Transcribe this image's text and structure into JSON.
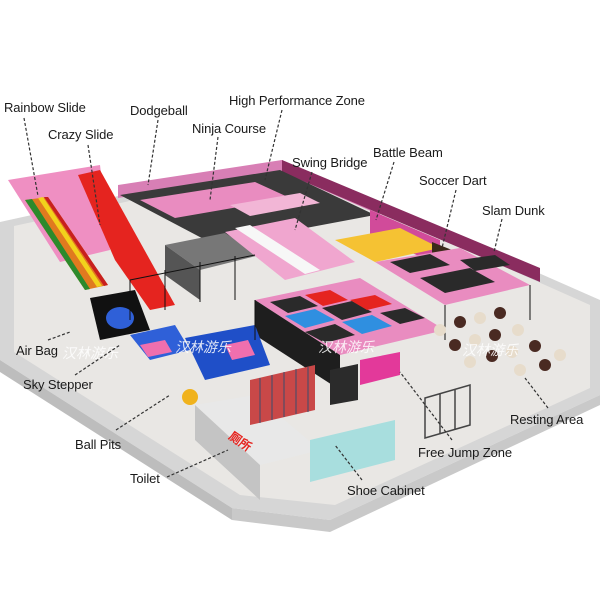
{
  "diagram": {
    "type": "isometric-floor-plan",
    "subject": "Indoor trampoline park layout",
    "watermark_text": "汉林游乐",
    "toilet_sign_text": "厕所",
    "colors": {
      "background": "#ffffff",
      "outer_wall": "#d9d9d9",
      "floor": "#e8e6e3",
      "pink_frame": "#e98cc0",
      "hot_pink": "#e3399a",
      "trampoline_bed": "#2a2a2a",
      "red_slide": "#e5241f",
      "blue_mat": "#2f8fe0",
      "red_mat": "#e52420",
      "ball_pit_blue": "#1f4fc8",
      "shoe_cabinet": "#a8dede",
      "netting": "#111111",
      "leader_line": "#333333",
      "label_text": "#1a1a1a"
    }
  },
  "labels": [
    {
      "id": "rainbow-slide",
      "text": "Rainbow Slide"
    },
    {
      "id": "crazy-slide",
      "text": "Crazy Slide"
    },
    {
      "id": "dodgeball",
      "text": "Dodgeball"
    },
    {
      "id": "ninja-course",
      "text": "Ninja Course"
    },
    {
      "id": "high-performance-zone",
      "text": "High Performance Zone"
    },
    {
      "id": "swing-bridge",
      "text": "Swing Bridge"
    },
    {
      "id": "battle-beam",
      "text": "Battle Beam"
    },
    {
      "id": "soccer-dart",
      "text": "Soccer Dart"
    },
    {
      "id": "slam-dunk",
      "text": "Slam Dunk"
    },
    {
      "id": "air-bag",
      "text": "Air Bag"
    },
    {
      "id": "sky-stepper",
      "text": "Sky Stepper"
    },
    {
      "id": "ball-pits",
      "text": "Ball Pits"
    },
    {
      "id": "toilet",
      "text": "Toilet"
    },
    {
      "id": "shoe-cabinet",
      "text": "Shoe Cabinet"
    },
    {
      "id": "free-jump-zone",
      "text": "Free Jump Zone"
    },
    {
      "id": "resting-area",
      "text": "Resting Area"
    }
  ]
}
